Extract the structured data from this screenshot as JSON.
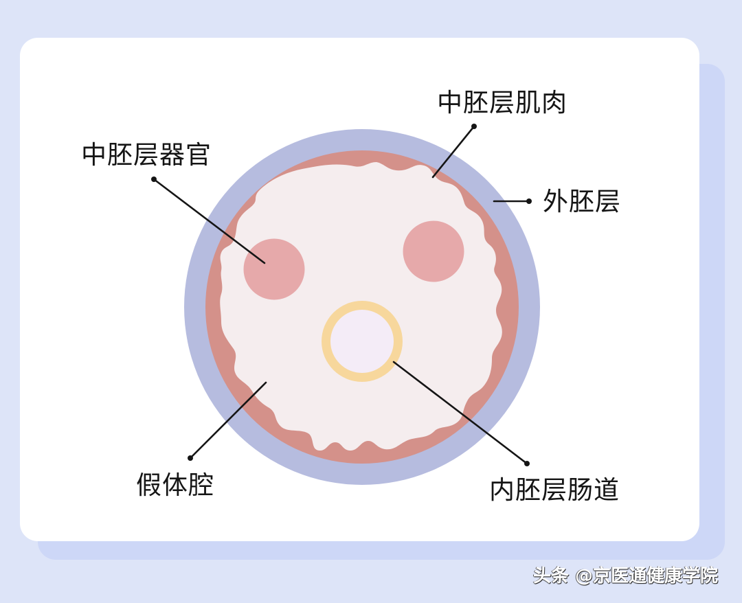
{
  "colors": {
    "background": "#dde4f8",
    "shadow_card": "#cdd7f7",
    "card": "#ffffff",
    "ectoderm": "#b6bcdf",
    "mesoderm_muscle": "#d4918a",
    "pseudocoel": "#f5edee",
    "mesoderm_organ": "#e6a9aa",
    "endoderm_gut_ring": "#f7d79c",
    "gut_lumen": "#f4ecf7",
    "leader_line": "#151515",
    "label_text": "#151515"
  },
  "labels": {
    "mesoderm_muscle": "中胚层肌肉",
    "mesoderm_organ": "中胚层器官",
    "ectoderm": "外胚层",
    "pseudocoel": "假体腔",
    "endoderm_gut": "内胚层肠道"
  },
  "watermark": "头条 @京医通健康学院"
}
